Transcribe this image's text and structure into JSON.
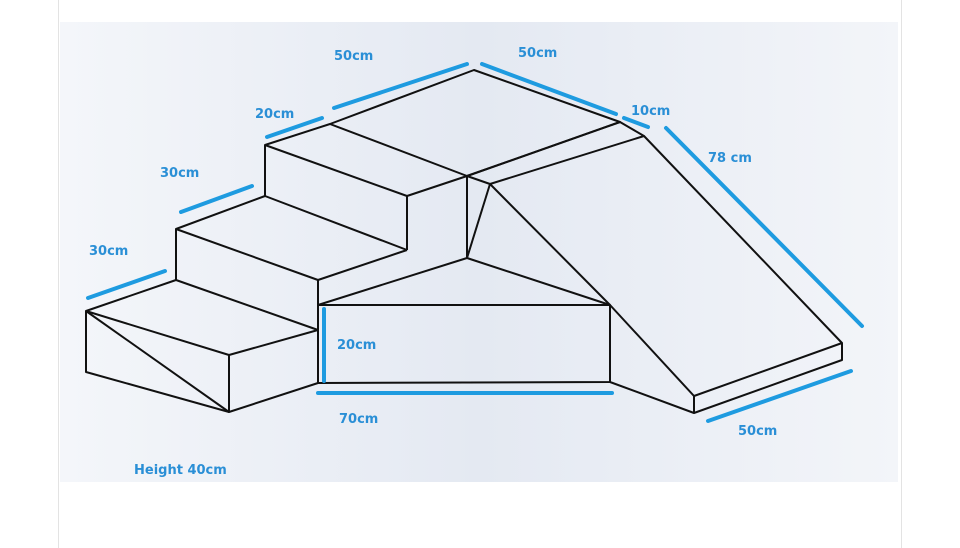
{
  "diagram": {
    "labels": {
      "top_left_width": "50cm",
      "top_right_depth": "50cm",
      "step_top_depth": "20cm",
      "slide_offset": "10cm",
      "slide_length": "78 cm",
      "step_mid_depth": "30cm",
      "step_low_depth": "30cm",
      "triangle_height": "20cm",
      "triangle_length": "70cm",
      "slide_width": "50cm",
      "total_height": "Height 40cm"
    },
    "colors": {
      "dimension": "#1e9be0",
      "text": "#2a8fd6",
      "edges": "#111111"
    }
  }
}
